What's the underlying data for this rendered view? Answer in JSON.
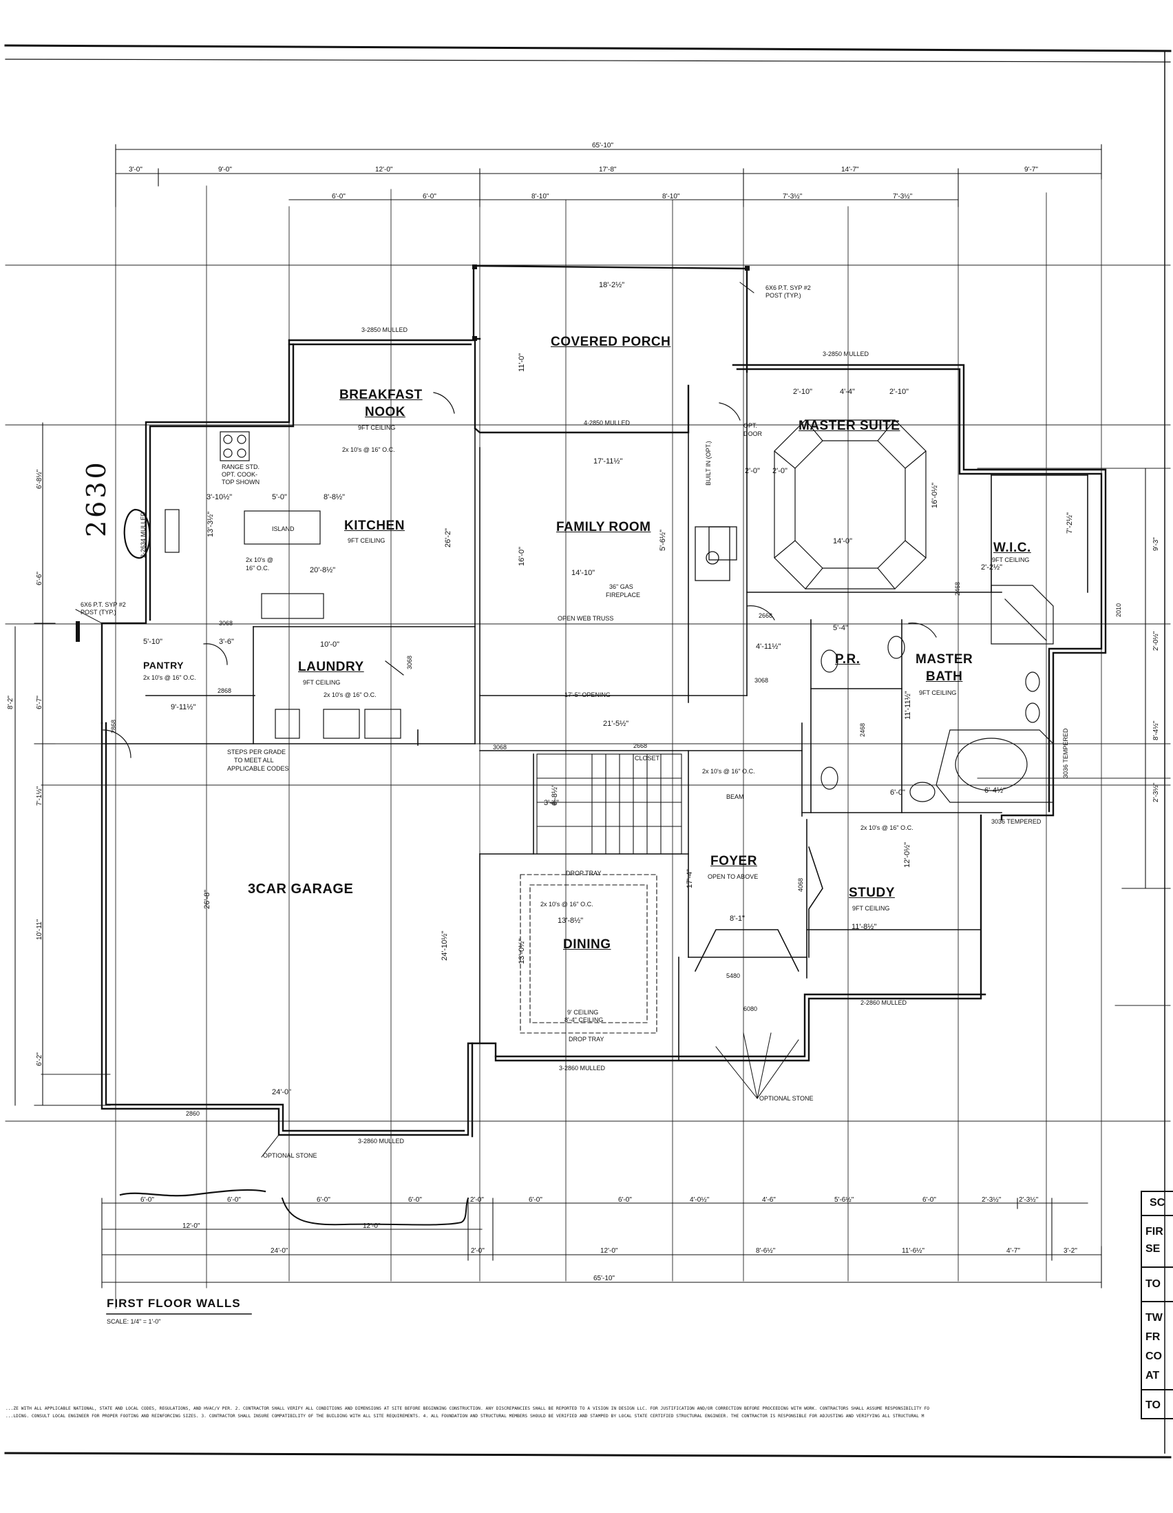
{
  "plan_title": "FIRST FLOOR WALLS",
  "scale": "SCALE: 1/4\" = 1'-0\"",
  "handwritten": "2630",
  "rooms": {
    "covered_porch": "COVERED PORCH",
    "breakfast": "BREAKFAST",
    "nook": "NOOK",
    "kitchen": "KITCHEN",
    "family_room": "FAMILY ROOM",
    "master_suite": "MASTER SUITE",
    "wic": "W.I.C.",
    "pr": "P.R.",
    "master": "MASTER",
    "bath": "BATH",
    "pantry": "PANTRY",
    "laundry": "LAUNDRY",
    "garage": "3CAR GARAGE",
    "foyer": "FOYER",
    "study": "STUDY",
    "dining": "DINING"
  },
  "room_notes": {
    "nook_ceiling": "9FT CEILING",
    "kitchen_ceiling": "9FT CEILING",
    "laundry_ceiling": "9FT CEILING",
    "wic_ceiling": "9FT CEILING",
    "bath_ceiling": "9FT CEILING",
    "study_ceiling": "9FT CEILING",
    "foyer_note": "OPEN TO ABOVE",
    "dining_ceiling1": "9' CEILING",
    "dining_ceiling2": "8'-4\" CEILING",
    "drop_tray": "DROP TRAY",
    "drop_tray2": "DROP TRAY",
    "gas_fp": "36\" GAS",
    "fireplace": "FIREPLACE",
    "open_web": "OPEN WEB TRUSS",
    "opening": "17'-5\" OPENING",
    "range1": "RANGE STD.",
    "range2": "OPT. COOK-",
    "range3": "TOP SHOWN",
    "island": "ISLAND",
    "steps1": "STEPS PER GRADE",
    "steps2": "TO MEET ALL",
    "steps3": "APPLICABLE CODES",
    "opt_stone1": "OPTIONAL STONE",
    "opt_stone2": "OPTIONAL STONE",
    "post1a": "6X6 P.T. SYP #2",
    "post1b": "POST (TYP.)",
    "post2a": "6X6 P.T. SYP #2",
    "post2b": "POST (TYP.)",
    "closet": "CLOSET",
    "beam": "BEAM",
    "opt_door1": "OPT.",
    "opt_door2": "DOOR",
    "built_in": "BUILT IN (OPT.)",
    "tempered1": "3036 TEMPERED",
    "tempered2": "3036 TEMPERED"
  },
  "windows": {
    "w_nook": "3-2850 MULLED",
    "w_suite": "3-2850 MULLED",
    "w_family": "4-2850 MULLED",
    "w_garage": "3-2860 MULLED",
    "w_dining": "3-2860 MULLED",
    "w_study": "2-2860 MULLED",
    "w_garage_side": "2860",
    "w_kitchen": "2-2634 MULLED"
  },
  "joists": {
    "j1": "2x 10's @ 16\" O.C.",
    "j2": "2x 10's @",
    "j3": "16\" O.C.",
    "j4": "2x 10's @ 16\" O.C.",
    "j5": "2x 10's @ 16\" O.C.",
    "j6": "2x 10's @ 16\" O.C.",
    "j7": "2x 10's @ 16\" O.C.",
    "j8": "2x 10's @ 16\" O.C."
  },
  "dims_top": {
    "overall": "65'-10\"",
    "a1": "3'-0\"",
    "a2": "9'-0\"",
    "a3": "12'-0\"",
    "a4": "17'-8\"",
    "a5": "14'-7\"",
    "a6": "9'-7\"",
    "b1": "6'-0\"",
    "b2": "6'-0\"",
    "b3": "8'-10\"",
    "b4": "8'-10\"",
    "b5": "7'-3½\"",
    "b6": "7'-3½\""
  },
  "dims_bottom": {
    "c1": "6'-0\"",
    "c2": "6'-0\"",
    "c3": "6'-0\"",
    "c4": "6'-0\"",
    "c5": "2'-0\"",
    "c6": "6'-0\"",
    "c7": "6'-0\"",
    "c8": "4'-0½\"",
    "c9": "4'-6\"",
    "c10": "5'-6½\"",
    "c11": "6'-0\"",
    "c12": "2'-3½\"",
    "c13": "2'-3½\"",
    "d1": "12'-0\"",
    "d2": "12'-0\"",
    "e1": "24'-0\"",
    "e2": "2'-0\"",
    "e3": "12'-0\"",
    "e4": "8'-6½\"",
    "e5": "11'-6½\"",
    "e6": "4'-7\"",
    "e7": "3'-2\"",
    "overall": "65'-10\""
  },
  "dims_left": {
    "l1": "6'-8½\"",
    "l2": "6'-6\"",
    "l3": "8'-2\"",
    "l4": "6'-7\"",
    "l5": "7'-1½\"",
    "l6": "10'-11\"",
    "l7": "6'-2\""
  },
  "dims_right": {
    "r1": "9'-3\"",
    "r2": "2'-0½\"",
    "r3": "8'-4½\"",
    "r4": "2'-3½\""
  },
  "dims_interior": {
    "porch_w": "18'-2½\"",
    "porch_h": "11'-0\"",
    "fam_w": "17'-11½\"",
    "fam_w2": "14'-10\"",
    "fam_h": "16'-0\"",
    "kit_w": "20'-8½\"",
    "kit_h": "26'-2\"",
    "suite_w": "14'-0\"",
    "suite_h": "16'-0½\"",
    "suite_a": "4'-4\"",
    "suite_b": "2'-10\"",
    "suite_c": "2'-10\"",
    "lau_w": "10'-0\"",
    "pan_w": "5'-10\"",
    "pan_b": "3'-6\"",
    "pan_c": "9'-11½\"",
    "gar_w": "24'-0\"",
    "gar_h": "24'-10½\"",
    "gar_h2": "26'-8\"",
    "din_w": "13'-8½\"",
    "din_h": "13'-0½\"",
    "stair_w": "21'-5½\"",
    "study_w": "11'-8½\"",
    "study_h": "12'-0½\"",
    "foyer_w": "8'-1\"",
    "foyer_h": "17'-4\"",
    "bath_h": "11'-11½\"",
    "pr_w": "5'-4\"",
    "mb_w": "6'-0\"",
    "mb_w2": "6'-4½\"",
    "wic_h": "7'-2½\"",
    "wic_w": "2'-2½\"",
    "beam_len": "5'-6½\"",
    "gap1": "4'-11½\"",
    "stair1": "6'-8½\"",
    "stair2": "3'-4\"",
    "m1": "5'-0\"",
    "m2": "8'-8½\"",
    "m3": "3'-10½\"",
    "m4": "13'-3½\"",
    "m5": "2'-0\"",
    "m6": "2'-0\""
  },
  "codes": {
    "k1": "3068",
    "k2": "2868",
    "k3": "3068",
    "k4": "2668",
    "k5": "2668",
    "k6": "3068",
    "k7": "2468",
    "k8": "2868",
    "k9": "2468",
    "k10": "5480",
    "k11": "3068",
    "k12": "6080",
    "k13": "4068",
    "k14": "2010"
  },
  "title_block": [
    "SC",
    "FIR",
    "SE",
    "TO",
    "TW",
    "FR",
    "CO",
    "AT",
    "TO"
  ],
  "notes_line1": "...ZE WITH ALL APPLICABLE NATIONAL, STATE AND LOCAL CODES, REGULATIONS, AND HVAC/V PER. 2. CONTRACTOR SHALL VERIFY ALL CONDITIONS AND DIMENSIONS AT SITE BEFORE BEGINNING CONSTRUCTION. ANY DISCREPANCIES SHALL BE REPORTED TO A VISION IN DESIGN LLC. FOR JUSTIFICATION AND/OR CORRECTION BEFORE PROCEEDING WITH WORK. CONTRACTORS SHALL ASSUME RESPONSIBILITY FO",
  "notes_line2": "...LDING. CONSULT LOCAL ENGINEER FOR PROPER FOOTING AND REINFORCING SIZES. 3. CONTRACTOR SHALL INSURE COMPATIBILITY OF THE BUILDING WITH ALL SITE REQUIREMENTS. 4. ALL FOUNDATION AND STRUCTURAL MEMBERS SHOULD BE VERIFIED AND STAMPED BY LOCAL STATE CERTIFIED STRUCTURAL ENGINEER. THE CONTRACTOR IS RESPONSIBLE FOR ADJUSTING AND VERIFYING ALL STRUCTURAL M"
}
